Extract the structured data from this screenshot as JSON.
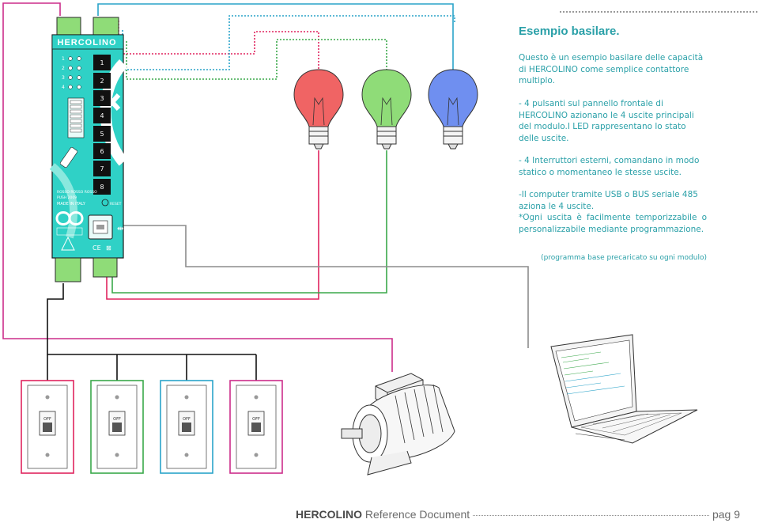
{
  "module": {
    "brand": "HERCOLINO",
    "buttons": [
      "1",
      "2",
      "3",
      "4",
      "5",
      "6",
      "7",
      "8"
    ],
    "led_labels": [
      "1",
      "2",
      "3",
      "4"
    ],
    "text_lines": [
      "ROSSO ROSSO ROSSO",
      "PUSH 2009",
      "MADE IN ITALY"
    ],
    "reset_label": "RESET"
  },
  "main": {
    "title": "Esempio basilare.",
    "paragraphs": [
      "Questo è un esempio basilare delle capacità di HERCOLINO come semplice contattore multiplo.",
      "- 4 pulsanti sul pannello frontale di HERCOLINO azionano le 4 uscite principali del modulo.I LED rappresentano lo stato delle uscite.",
      "- 4 Interruttori esterni, comandano in modo statico o momentaneo le stesse uscite.",
      "-Il computer tramite USB o BUS seriale 485 aziona le 4 uscite.",
      "*Ogni uscita è facilmente temporizzabile o personalizzabile mediante programmazione."
    ],
    "note": "(programma base precaricato su ogni modulo)"
  },
  "switches": [
    {
      "label": "OFF",
      "color": "#e0245e"
    },
    {
      "label": "OFF",
      "color": "#3aa84a"
    },
    {
      "label": "OFF",
      "color": "#2aa3c9"
    },
    {
      "label": "OFF",
      "color": "#cc2d8a"
    }
  ],
  "bulbs": [
    {
      "name": "red",
      "color": "#f06464"
    },
    {
      "name": "green",
      "color": "#8fdc78"
    },
    {
      "name": "blue",
      "color": "#6f8ff0"
    }
  ],
  "wire_colors": {
    "red": "#e0245e",
    "green": "#3aa84a",
    "cyan": "#2aa3c9",
    "magenta": "#cc2d8a",
    "black": "#111111",
    "gray": "#8c8c8c"
  },
  "footer": {
    "brand": "HERCOLINO",
    "doc": "Reference Document",
    "page": "pag 9"
  }
}
